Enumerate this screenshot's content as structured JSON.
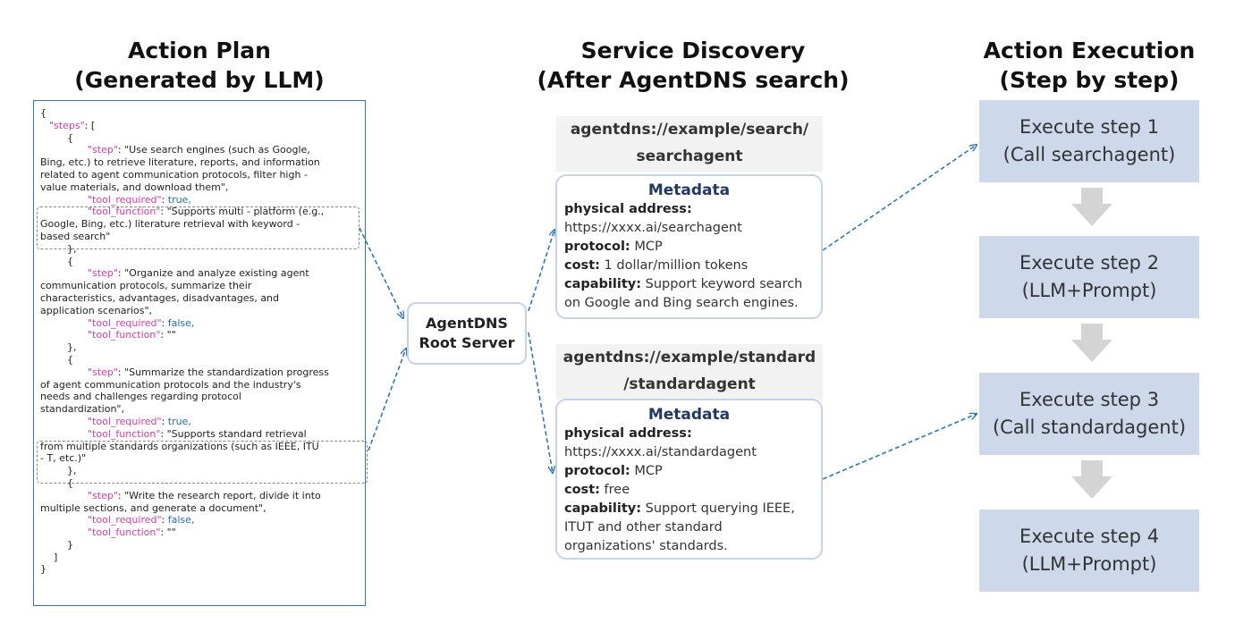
{
  "columns": {
    "plan": {
      "line1": "Action Plan",
      "line2": "(Generated by LLM)"
    },
    "discovery": {
      "line1": "Service Discovery",
      "line2": "(After AgentDNS search)"
    },
    "execution": {
      "line1": "Action Execution",
      "line2": "(Step by step)"
    }
  },
  "plan_code": {
    "l01": "{",
    "l02_key": "\"steps\"",
    "l02_rest": ": [",
    "l03": "{",
    "l04_key": "\"step\"",
    "l04_rest": ": \"Use search engines (such as Google,",
    "l05": "Bing, etc.) to retrieve literature, reports, and information",
    "l06": "related to agent communication protocols, filter high -",
    "l07": "value materials, and download them\",",
    "l08_key": "\"tool_required\"",
    "l08_colon": ": ",
    "l08_val": "true,",
    "l09_key": "\"tool_function\"",
    "l09_rest": ": \"Supports multi - platform (e.g.,",
    "l10": "Google, Bing, etc.) literature retrieval with keyword -",
    "l11": "based search\"",
    "l12": "},",
    "l13": "{",
    "l14_key": "\"step\"",
    "l14_rest": ": \"Organize and analyze existing agent",
    "l15": "communication protocols, summarize their",
    "l16": "characteristics, advantages, disadvantages, and",
    "l17": "application scenarios\",",
    "l18_key": "\"tool_required\"",
    "l18_colon": ": ",
    "l18_val": "false,",
    "l19_key": "\"tool_function\"",
    "l19_rest": ": \"\"",
    "l20": "},",
    "l21": "{",
    "l22_key": "\"step\"",
    "l22_rest": ": \"Summarize the standardization progress",
    "l23": "of agent communication protocols and the industry's",
    "l24": "needs and challenges regarding protocol",
    "l25": "standardization\",",
    "l26_key": "\"tool_required\"",
    "l26_colon": ": ",
    "l26_val": "true,",
    "l27_key": "\"tool_function\"",
    "l27_rest": ": \"Supports standard retrieval",
    "l28": "from multiple standards organizations (such as IEEE, ITU",
    "l29": "- T, etc.)\"",
    "l30": "},",
    "l31": "{",
    "l32_key": "\"step\"",
    "l32_rest": ": \"Write the research report, divide it into",
    "l33": "multiple sections, and generate a document\",",
    "l34_key": "\"tool_required\"",
    "l34_colon": ": ",
    "l34_val": "false,",
    "l35_key": "\"tool_function\"",
    "l35_rest": ": \"\"",
    "l36": "}",
    "l37": "]",
    "l38": "}"
  },
  "root_server": {
    "line1": "AgentDNS",
    "line2": "Root Server"
  },
  "services": [
    {
      "address_line1": "agentdns://example/search/",
      "address_line2": "searchagent",
      "metadata_title": "Metadata",
      "physical_label": "physical address:",
      "physical_value": "https://xxxx.ai/searchagent",
      "protocol_label": "protocol:",
      "protocol_value": " MCP",
      "cost_label": "cost:",
      "cost_value": " 1 dollar/million tokens",
      "capability_label": "capability:",
      "capability_value": " Support keyword search",
      "capability_value2": "on Google and Bing search engines."
    },
    {
      "address_line1": "agentdns://example/standard",
      "address_line2": "/standardagent",
      "metadata_title": "Metadata",
      "physical_label": "physical address:",
      "physical_value": "https://xxxx.ai/standardagent",
      "protocol_label": "protocol:",
      "protocol_value": " MCP",
      "cost_label": "cost:",
      "cost_value": " free",
      "capability_label": "capability:",
      "capability_value": " Support querying IEEE,",
      "capability_value2": "ITUT and other standard",
      "capability_value3": "organizations' standards."
    }
  ],
  "execution_steps": [
    {
      "line1": "Execute step 1",
      "line2": "(Call searchagent)"
    },
    {
      "line1": "Execute step 2",
      "line2": "(LLM+Prompt)"
    },
    {
      "line1": "Execute step 3",
      "line2": "(Call standardagent)"
    },
    {
      "line1": "Execute step 4",
      "line2": "(LLM+Prompt)"
    }
  ],
  "colors": {
    "plan_border": "#2e78b7",
    "json_key": "#d63aa6",
    "json_bool": "#1f6fb2",
    "connector": "#2e78b7",
    "step_fill": "#cdd8ea",
    "step_arrow": "#d4d4d4",
    "card_border": "#c4d3e8"
  }
}
